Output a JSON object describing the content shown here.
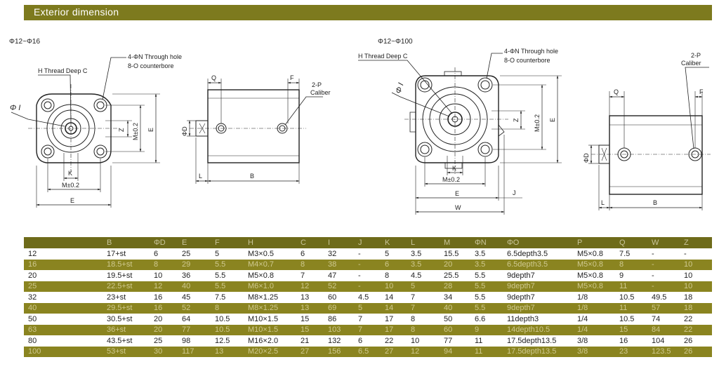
{
  "title": "Exterior dimension",
  "left_drawing": {
    "range": "Φ12~Φ16",
    "labels": {
      "through_hole": "4-ΦN Through hole",
      "counterbore": "8-O counterbore",
      "thread": "H Thread Deep C",
      "phi_i": "Φ I",
      "k": "K",
      "m_tol_h": "M±0.2",
      "m_tol_v": "M±0.2",
      "e_h": "E",
      "e_v": "E",
      "z": "Z",
      "q": "Q",
      "f": "F",
      "port": "2-P",
      "caliber": "Caliber",
      "phi_d": "ΦD",
      "l": "L",
      "b": "B"
    }
  },
  "right_drawing": {
    "range": "Φ12~Φ100",
    "labels": {
      "through_hole": "4-ΦN Through hole",
      "counterbore": "8-O counterbore",
      "thread": "H Thread Deep C",
      "phi_i": "Φ I",
      "k": "K",
      "m_tol_h": "M±0.2",
      "m_tol_v": "M±0.2",
      "e_h": "E",
      "e_v": "E",
      "z": "Z",
      "j": "J",
      "w": "W",
      "q": "Q",
      "f": "F",
      "port": "2-P",
      "caliber": "Caliber",
      "phi_d": "ΦD",
      "l": "L",
      "b": "B"
    }
  },
  "table": {
    "headers": [
      "",
      "B",
      "ΦD",
      "E",
      "F",
      "H",
      "C",
      "I",
      "J",
      "K",
      "L",
      "M",
      "ΦN",
      "ΦO",
      "P",
      "Q",
      "W",
      "Z"
    ],
    "rows": [
      [
        "12",
        "17+st",
        "6",
        "25",
        "5",
        "M3×0.5",
        "6",
        "32",
        "-",
        "5",
        "3.5",
        "15.5",
        "3.5",
        "6.5depth3.5",
        "M5×0.8",
        "7.5",
        "-",
        "-"
      ],
      [
        "16",
        "18.5+st",
        "8",
        "29",
        "5.5",
        "M4×0.7",
        "8",
        "38",
        "-",
        "6",
        "3.5",
        "20",
        "3.5",
        "6.5depth3.5",
        "M5×0.8",
        "8",
        "-",
        "10"
      ],
      [
        "20",
        "19.5+st",
        "10",
        "36",
        "5.5",
        "M5×0.8",
        "7",
        "47",
        "-",
        "8",
        "4.5",
        "25.5",
        "5.5",
        "9depth7",
        "M5×0.8",
        "9",
        "-",
        "10"
      ],
      [
        "25",
        "22.5+st",
        "12",
        "40",
        "5.5",
        "M6×1.0",
        "12",
        "52",
        "-",
        "10",
        "5",
        "28",
        "5.5",
        "9depth7",
        "M5×0.8",
        "11",
        "-",
        "10"
      ],
      [
        "32",
        "23+st",
        "16",
        "45",
        "7.5",
        "M8×1.25",
        "13",
        "60",
        "4.5",
        "14",
        "7",
        "34",
        "5.5",
        "9depth7",
        "1/8",
        "10.5",
        "49.5",
        "18"
      ],
      [
        "40",
        "29.5+st",
        "16",
        "52",
        "8",
        "M8×1.25",
        "13",
        "69",
        "5",
        "14",
        "7",
        "40",
        "5.5",
        "9depth7",
        "1/8",
        "11",
        "57",
        "18"
      ],
      [
        "50",
        "30.5+st",
        "20",
        "64",
        "10.5",
        "M10×1.5",
        "15",
        "86",
        "7",
        "17",
        "8",
        "50",
        "6.6",
        "11depth3",
        "1/4",
        "10.5",
        "74",
        "22"
      ],
      [
        "63",
        "36+st",
        "20",
        "77",
        "10.5",
        "M10×1.5",
        "15",
        "103",
        "7",
        "17",
        "8",
        "60",
        "9",
        "14depth10.5",
        "1/4",
        "15",
        "84",
        "22"
      ],
      [
        "80",
        "43.5+st",
        "25",
        "98",
        "12.5",
        "M16×2.0",
        "21",
        "132",
        "6",
        "22",
        "10",
        "77",
        "11",
        "17.5depth13.5",
        "3/8",
        "16",
        "104",
        "26"
      ],
      [
        "100",
        "53+st",
        "30",
        "117",
        "13",
        "M20×2.5",
        "27",
        "156",
        "6.5",
        "27",
        "12",
        "94",
        "11",
        "17.5depth13.5",
        "3/8",
        "23",
        "123.5",
        "26"
      ]
    ]
  }
}
